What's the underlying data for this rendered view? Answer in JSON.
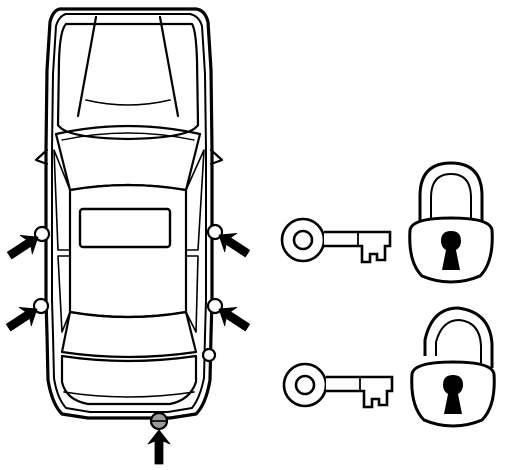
{
  "diagram": {
    "subject": "central-locking-illustration",
    "line_color": "#000000",
    "background": "#ffffff",
    "fill_gray": "#9a9a9a",
    "key_fill": "#ffffff"
  },
  "lock_points": [
    {
      "id": "front-left-door",
      "arrow": "from-left"
    },
    {
      "id": "rear-left-door",
      "arrow": "from-left"
    },
    {
      "id": "front-right-door",
      "arrow": "from-right"
    },
    {
      "id": "rear-right-door",
      "arrow": "from-right"
    },
    {
      "id": "fuel-flap",
      "arrow": "none"
    },
    {
      "id": "trunk-lock",
      "arrow": "from-below"
    }
  ],
  "legend": [
    {
      "state": "locked",
      "icons": [
        "key-icon",
        "padlock-closed-icon"
      ]
    },
    {
      "state": "unlocked",
      "icons": [
        "key-icon",
        "padlock-open-icon"
      ]
    }
  ]
}
